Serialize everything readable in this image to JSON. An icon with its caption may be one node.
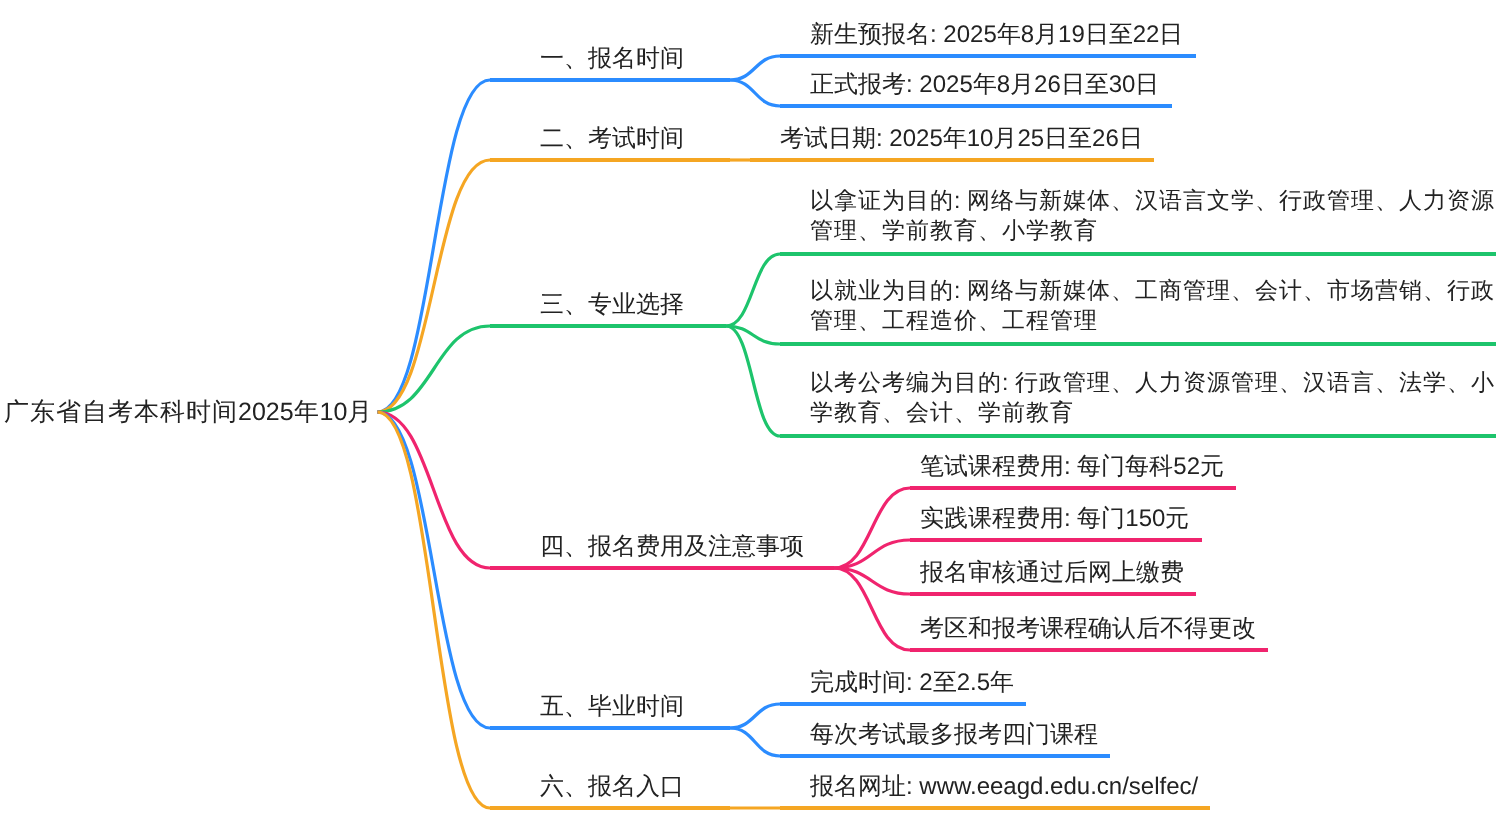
{
  "diagram": {
    "nodes": [
      {
        "text": [
          "广东省自考本科时间2025年10月"
        ]
      },
      {
        "text": [
          "一、报名时间"
        ]
      },
      {
        "text": [
          "新生预报名: 2025年8月19日至22日"
        ]
      },
      {
        "text": [
          "正式报考: 2025年8月26日至30日"
        ]
      },
      {
        "text": [
          "二、考试时间"
        ]
      },
      {
        "text": [
          "考试日期: 2025年10月25日至26日"
        ]
      },
      {
        "text": [
          "三、专业选择"
        ]
      },
      {
        "text": [
          "以拿证为目的: 网络与新媒体、汉语言文学、行政管理、人力资源管理、学前教育、小学教育"
        ]
      },
      {
        "text": [
          "以就业为目的: 网络与新媒体、工商管理、会计、市场营销、行政管理、工程造价、工程管理"
        ]
      },
      {
        "text": [
          "以考公考编为目的: 行政管理、人力资源管理、汉语言、法学、小学教育、会计、学前教育"
        ]
      },
      {
        "text": [
          "四、报名费用及注意事项"
        ]
      },
      {
        "text": [
          "笔试课程费用: 每门每科52元"
        ]
      },
      {
        "text": [
          "实践课程费用: 每门150元"
        ]
      },
      {
        "text": [
          "报名审核通过后网上缴费"
        ]
      },
      {
        "text": [
          "考区和报考课程确认后不得更改"
        ]
      },
      {
        "text": [
          "五、毕业时间"
        ]
      },
      {
        "text": [
          "完成时间: 2至2.5年"
        ]
      },
      {
        "text": [
          "每次考试最多报考四门课程"
        ]
      },
      {
        "text": [
          "六、报名入口"
        ]
      },
      {
        "text": [
          "报名网址: www.eeagd.edu.cn/selfec/"
        ]
      }
    ],
    "edges": [
      {
        "from": 0,
        "to": 1,
        "arrow": "none",
        "color": "#2b8cff"
      },
      {
        "from": 1,
        "to": 2,
        "arrow": "none",
        "color": "#2b8cff"
      },
      {
        "from": 1,
        "to": 3,
        "arrow": "none",
        "color": "#2b8cff"
      },
      {
        "from": 0,
        "to": 4,
        "arrow": "none",
        "color": "#f5a623"
      },
      {
        "from": 4,
        "to": 5,
        "arrow": "none",
        "color": "#f5a623"
      },
      {
        "from": 0,
        "to": 6,
        "arrow": "none",
        "color": "#1dc46c"
      },
      {
        "from": 6,
        "to": 7,
        "arrow": "none",
        "color": "#1dc46c"
      },
      {
        "from": 6,
        "to": 8,
        "arrow": "none",
        "color": "#1dc46c"
      },
      {
        "from": 6,
        "to": 9,
        "arrow": "none",
        "color": "#1dc46c"
      },
      {
        "from": 0,
        "to": 10,
        "arrow": "none",
        "color": "#f0246e"
      },
      {
        "from": 10,
        "to": 11,
        "arrow": "none",
        "color": "#f0246e"
      },
      {
        "from": 10,
        "to": 12,
        "arrow": "none",
        "color": "#f0246e"
      },
      {
        "from": 10,
        "to": 13,
        "arrow": "none",
        "color": "#f0246e"
      },
      {
        "from": 10,
        "to": 14,
        "arrow": "none",
        "color": "#f0246e"
      },
      {
        "from": 0,
        "to": 15,
        "arrow": "none",
        "color": "#2b8cff"
      },
      {
        "from": 15,
        "to": 16,
        "arrow": "none",
        "color": "#2b8cff"
      },
      {
        "from": 15,
        "to": 17,
        "arrow": "none",
        "color": "#2b8cff"
      },
      {
        "from": 0,
        "to": 18,
        "arrow": "none",
        "color": "#f5a623"
      },
      {
        "from": 18,
        "to": 19,
        "arrow": "none",
        "color": "#f5a623"
      }
    ]
  }
}
